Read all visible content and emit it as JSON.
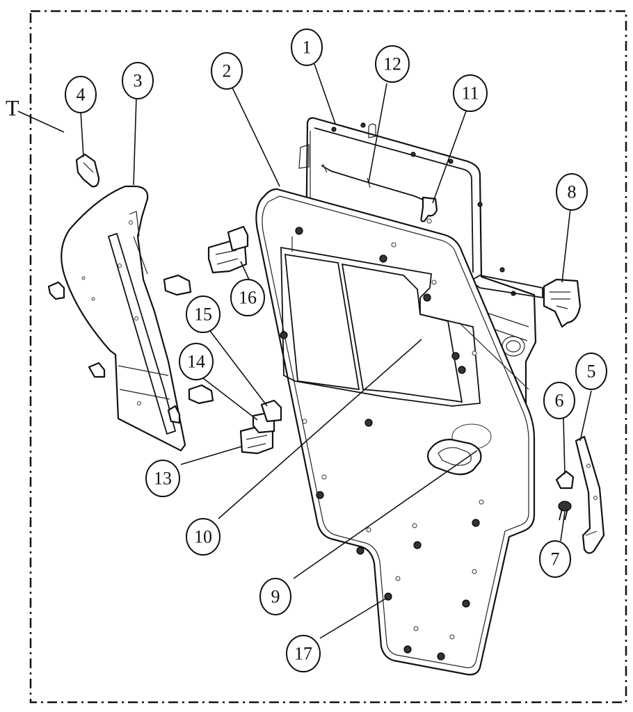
{
  "view_label": "T",
  "callouts": [
    {
      "id": "1",
      "label": "1"
    },
    {
      "id": "2",
      "label": "2"
    },
    {
      "id": "3",
      "label": "3"
    },
    {
      "id": "4",
      "label": "4"
    },
    {
      "id": "5",
      "label": "5"
    },
    {
      "id": "6",
      "label": "6"
    },
    {
      "id": "7",
      "label": "7"
    },
    {
      "id": "8",
      "label": "8"
    },
    {
      "id": "9",
      "label": "9"
    },
    {
      "id": "10",
      "label": "10"
    },
    {
      "id": "11",
      "label": "11"
    },
    {
      "id": "12",
      "label": "12"
    },
    {
      "id": "13",
      "label": "13"
    },
    {
      "id": "14",
      "label": "14"
    },
    {
      "id": "15",
      "label": "15"
    },
    {
      "id": "16",
      "label": "16"
    },
    {
      "id": "17",
      "label": "17"
    }
  ]
}
